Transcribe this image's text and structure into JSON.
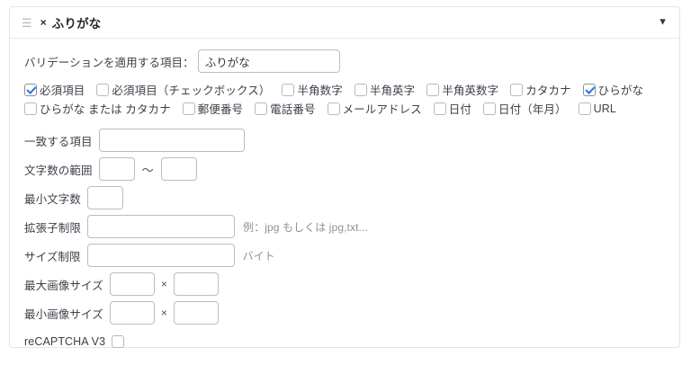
{
  "panel": {
    "title": "ふりがな",
    "drag_handle_icon": "hamburger-icon",
    "close_icon": "×",
    "toggle_icon": "▼"
  },
  "target": {
    "label": "バリデーションを適用する項目：",
    "value": "ふりがな"
  },
  "checkbox_rows": [
    [
      {
        "label": "必須項目",
        "checked": true
      },
      {
        "label": "必須項目（チェックボックス）",
        "checked": false
      },
      {
        "label": "半角数字",
        "checked": false
      },
      {
        "label": "半角英字",
        "checked": false
      },
      {
        "label": "半角英数字",
        "checked": false
      },
      {
        "label": "カタカナ",
        "checked": false
      },
      {
        "label": "ひらがな",
        "checked": true
      }
    ],
    [
      {
        "label": "ひらがな または カタカナ",
        "checked": false
      },
      {
        "label": "郵便番号",
        "checked": false
      },
      {
        "label": "電話番号",
        "checked": false
      },
      {
        "label": "メールアドレス",
        "checked": false
      },
      {
        "label": "日付",
        "checked": false
      },
      {
        "label": "日付（年月）",
        "checked": false
      },
      {
        "label": "URL",
        "checked": false
      }
    ]
  ],
  "fields": {
    "match_item": {
      "label": "一致する項目",
      "value": ""
    },
    "length_range": {
      "label": "文字数の範囲",
      "min": "",
      "max": "",
      "separator": "〜"
    },
    "min_length": {
      "label": "最小文字数",
      "value": ""
    },
    "extension": {
      "label": "拡張子制限",
      "value": "",
      "hint": "例：jpg もしくは jpg,txt..."
    },
    "size_limit": {
      "label": "サイズ制限",
      "value": "",
      "unit": "バイト"
    },
    "max_image": {
      "label": "最大画像サイズ",
      "width": "",
      "height": "",
      "separator": "×"
    },
    "min_image": {
      "label": "最小画像サイズ",
      "width": "",
      "height": "",
      "separator": "×"
    },
    "recaptcha": {
      "label": "reCAPTCHA V3",
      "checked": false
    }
  }
}
